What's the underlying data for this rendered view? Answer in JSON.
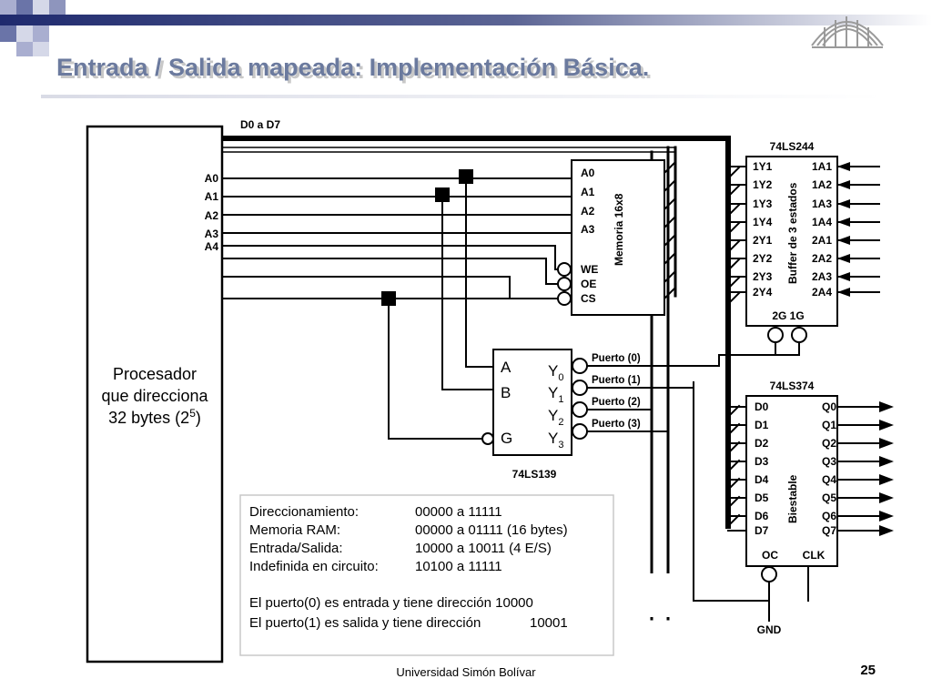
{
  "slide": {
    "title": "Entrada / Salida mapeada:  Implementación Básica.",
    "footer": "Universidad Simón Bolívar",
    "page_number": "25",
    "accent_color": "#1f2a6e"
  },
  "bus": {
    "label": "D0 a D7"
  },
  "processor": {
    "line1": "Procesador",
    "line2": "que direcciona",
    "line3_prefix": "32 bytes (2",
    "line3_exp": "5",
    "line3_suffix": ")",
    "pins": [
      "A0",
      "A1",
      "A2",
      "A3",
      "A4"
    ]
  },
  "memory": {
    "name": "Memoria 16x8",
    "pins": [
      "A0",
      "A1",
      "A2",
      "A3",
      "WE",
      "OE",
      "CS"
    ]
  },
  "decoder": {
    "name": "74LS139",
    "inputs": [
      "A",
      "B",
      "G"
    ],
    "outputs": [
      {
        "base": "Y",
        "sub": "0"
      },
      {
        "base": "Y",
        "sub": "1"
      },
      {
        "base": "Y",
        "sub": "2"
      },
      {
        "base": "Y",
        "sub": "3"
      }
    ],
    "ports": [
      "Puerto (0)",
      "Puerto (1)",
      "Puerto (2)",
      "Puerto (3)"
    ]
  },
  "buffer": {
    "name": "74LS244",
    "inner_label": "Buffer de 3 estados",
    "left_pins": [
      "1Y1",
      "1Y2",
      "1Y3",
      "1Y4",
      "2Y1",
      "2Y2",
      "2Y3",
      "2Y4"
    ],
    "right_pins": [
      "1A1",
      "1A2",
      "1A3",
      "1A4",
      "2A1",
      "2A2",
      "2A3",
      "2A4"
    ],
    "enable_label": "2G 1G"
  },
  "latch": {
    "name": "74LS374",
    "inner_label": "Biestable",
    "left_pins": [
      "D0",
      "D1",
      "D2",
      "D3",
      "D4",
      "D5",
      "D6",
      "D7"
    ],
    "right_pins": [
      "Q0",
      "Q1",
      "Q2",
      "Q3",
      "Q4",
      "Q5",
      "Q6",
      "Q7"
    ],
    "oc_label": "OC",
    "clk_label": "CLK",
    "gnd_label": "GND"
  },
  "notes": {
    "rows": [
      {
        "label": "Direccionamiento:",
        "value": "00000 a 11111"
      },
      {
        "label": "Memoria RAM:",
        "value": "00000 a 01111 (16 bytes)"
      },
      {
        "label": "Entrada/Salida:",
        "value": "10000 a 10011 (4 E/S)"
      },
      {
        "label": "Indefinida en circuito:",
        "value": "10100 a 11111"
      }
    ],
    "line1": "El puerto(0) es entrada y tiene dirección 10000",
    "line2_text": "El puerto(1) es salida y tiene dirección",
    "line2_value": "10001"
  }
}
